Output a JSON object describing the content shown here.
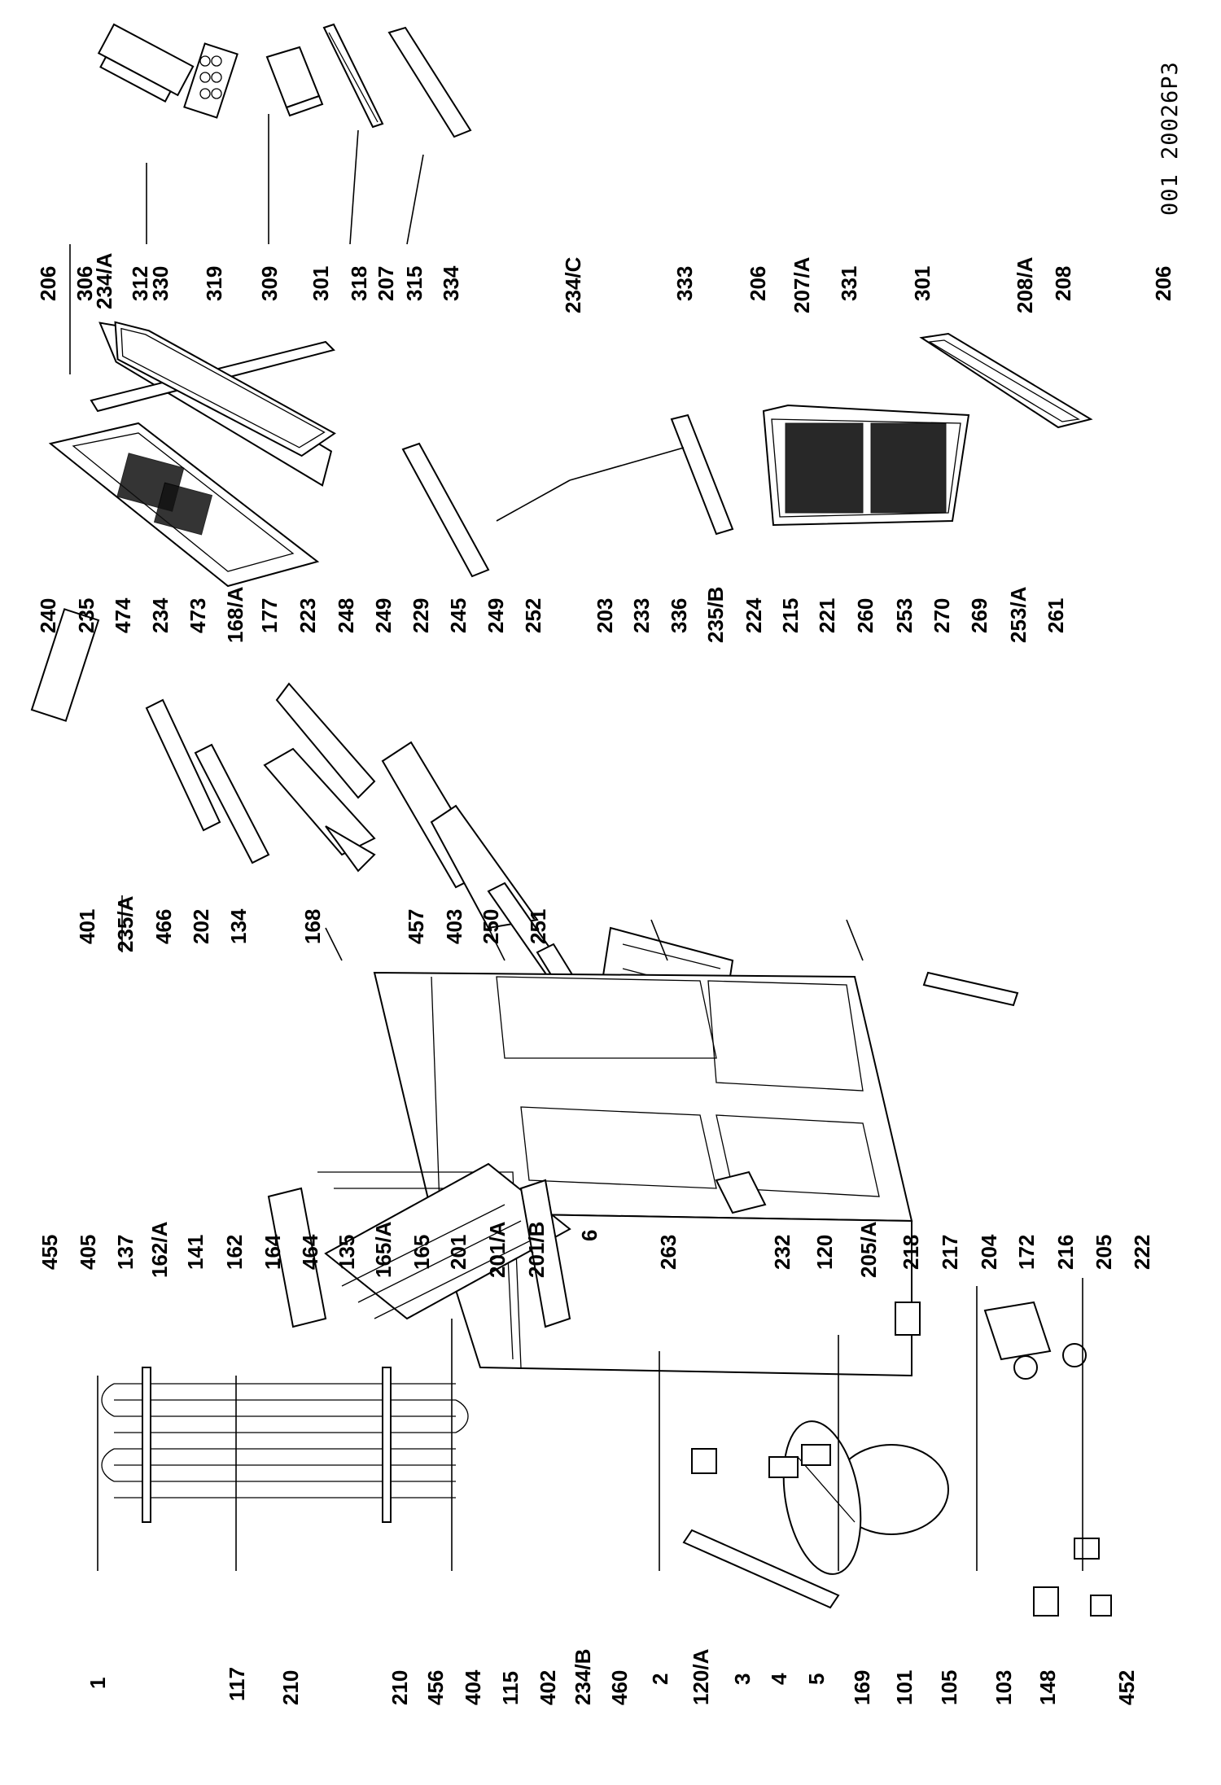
{
  "drawing_code": "001  20026P3",
  "callouts": {
    "row_bottom": [
      "1",
      "117",
      "210",
      "210",
      "456",
      "404",
      "115",
      "402",
      "234/B",
      "460",
      "2",
      "120/A",
      "3",
      "4",
      "5",
      "169",
      "101",
      "105",
      "103",
      "148",
      "452"
    ],
    "row_mid_low": [
      "455",
      "405",
      "137",
      "162/A",
      "141",
      "162",
      "164",
      "464",
      "135",
      "165/A",
      "165",
      "201",
      "201/A",
      "201/B",
      "6",
      "263",
      "232",
      "120",
      "205/A",
      "218",
      "217",
      "204",
      "172",
      "216",
      "205",
      "222"
    ],
    "row_mid_high": [
      "240",
      "235",
      "474",
      "234",
      "473",
      "168/A",
      "177",
      "223",
      "248",
      "249",
      "229",
      "245",
      "249",
      "252",
      "203",
      "233",
      "336",
      "235/B",
      "224",
      "215",
      "221",
      "260",
      "253",
      "270",
      "269",
      "253/A",
      "261"
    ],
    "row_mid_high_inner": [
      "401",
      "235/A",
      "466",
      "202",
      "134",
      "168",
      "457",
      "403",
      "250",
      "251"
    ],
    "row_top": [
      "206",
      "306",
      "234/A",
      "312",
      "330",
      "319",
      "309",
      "301",
      "318",
      "207",
      "315",
      "334",
      "234/C",
      "333",
      "206",
      "207/A",
      "331",
      "301",
      "208/A",
      "208",
      "206"
    ]
  }
}
